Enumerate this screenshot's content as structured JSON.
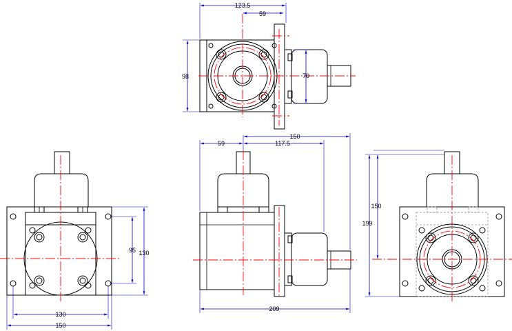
{
  "colors": {
    "outline": "#000000",
    "centerline": "#ff0000",
    "dimension": "#0000cc",
    "background": "#ffffff"
  },
  "dimensions": {
    "top_view": {
      "width_overall": "123.5",
      "flange_offset": "59",
      "height": "98",
      "bore": "70"
    },
    "left_view": {
      "bolt_vertical": "95",
      "flange_height": "130",
      "bolt_horizontal": "130",
      "flange_width": "150"
    },
    "front_view": {
      "shaft_offset": "59",
      "shaft_to_flange": "117.5",
      "overall_to_shaft": "150",
      "overall_length": "209"
    },
    "right_view": {
      "center_height": "150",
      "overall_height": "199"
    }
  }
}
